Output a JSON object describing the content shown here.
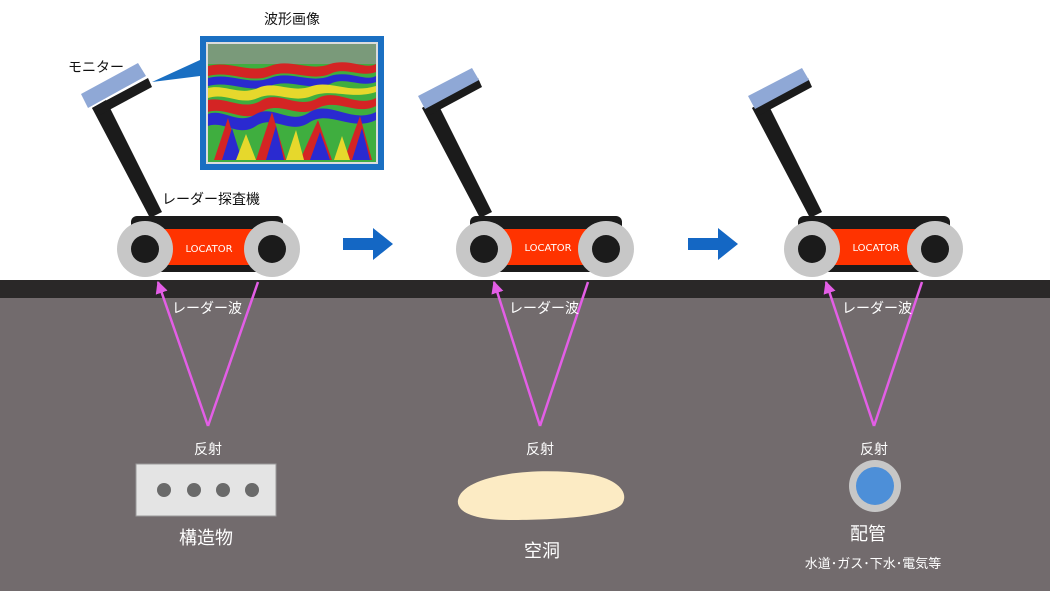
{
  "labels": {
    "monitor": "モニター",
    "waveform_image": "波形画像",
    "radar_device": "レーダー探査機",
    "locator": "LOCATOR",
    "radar_wave": "レーダー波",
    "reflection": "反射",
    "structure": "構造物",
    "cavity": "空洞",
    "pipe": "配管",
    "pipe_types": "水道･ガス･下水･電気等"
  },
  "colors": {
    "ground": "#726b6d",
    "surface": "#2a2828",
    "cart_body": "#ff3300",
    "cart_frame": "#1b1b1b",
    "wheel": "#c7c7c7",
    "monitor_screen": "#8fa8d6",
    "arrow": "#1467c4",
    "radar_wave": "#e35ee6",
    "callout_frame": "#1a6fc2",
    "structure_box": "#e4e4e4",
    "cavity": "#fcebc4",
    "pipe": "#4d8fd8"
  },
  "icons": {
    "step_arrow": "right-arrow-icon",
    "structure": "concrete-block-icon",
    "cavity": "cavity-shape-icon",
    "pipe": "pipe-cross-section-icon"
  }
}
